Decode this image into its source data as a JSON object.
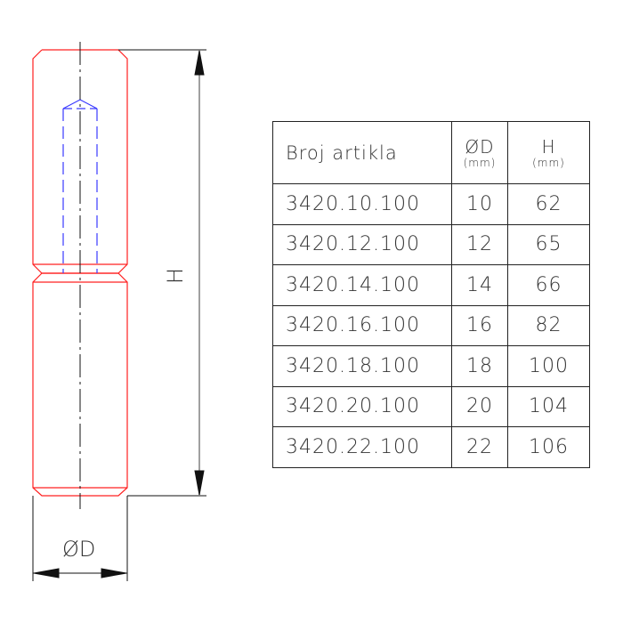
{
  "drawing": {
    "height_label": "H",
    "diameter_label": "ØD",
    "colors": {
      "outline": "#ff2020",
      "hidden": "#3a3aff",
      "dim": "#111111"
    }
  },
  "table": {
    "headers": {
      "article": "Broj artikla",
      "diameter": "ØD",
      "diameter_unit": "(mm)",
      "height": "H",
      "height_unit": "(mm)"
    },
    "rows": [
      {
        "article": "3420.10.100",
        "d": "10",
        "h": "62"
      },
      {
        "article": "3420.12.100",
        "d": "12",
        "h": "65"
      },
      {
        "article": "3420.14.100",
        "d": "14",
        "h": "66"
      },
      {
        "article": "3420.16.100",
        "d": "16",
        "h": "82"
      },
      {
        "article": "3420.18.100",
        "d": "18",
        "h": "100"
      },
      {
        "article": "3420.20.100",
        "d": "20",
        "h": "104"
      },
      {
        "article": "3420.22.100",
        "d": "22",
        "h": "106"
      }
    ]
  }
}
